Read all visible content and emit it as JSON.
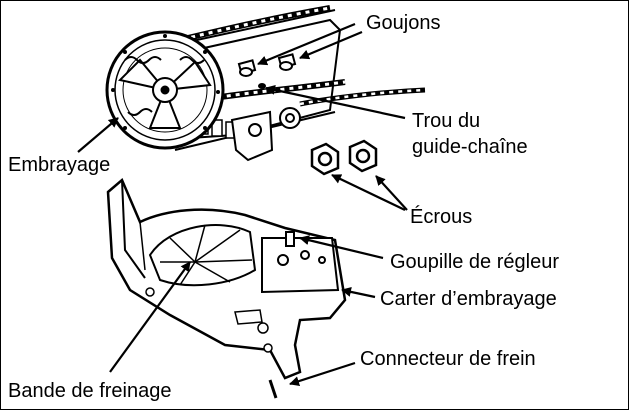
{
  "labels": {
    "goujons": "Goujons",
    "trou": "Trou du",
    "guide_chaine": "guide-chaîne",
    "embrayage": "Embrayage",
    "ecrous": "Écrous",
    "goupille": "Goupille de régleur",
    "carter": "Carter d’embrayage",
    "connecteur": "Connecteur de frein",
    "bande": "Bande de freinage"
  }
}
